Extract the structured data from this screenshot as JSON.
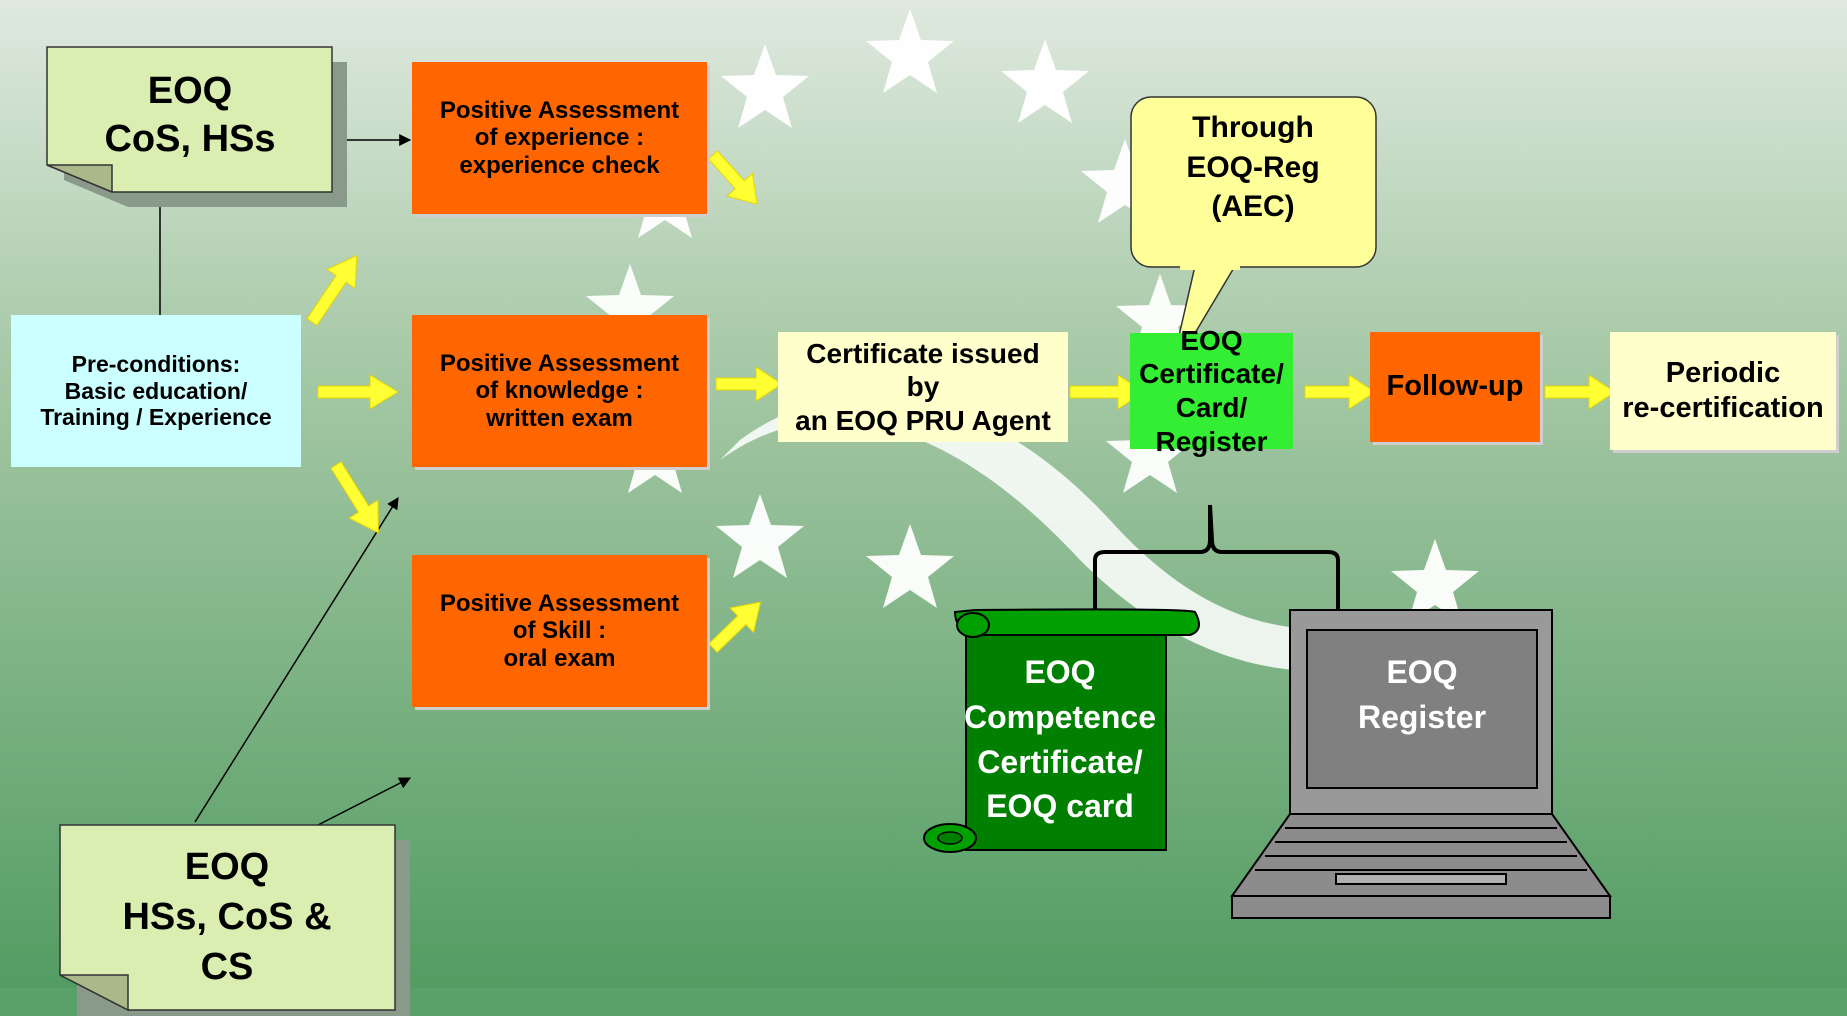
{
  "nodes": {
    "note_top": "EOQ\nCoS, HSs",
    "note_bottom": "EOQ\nHSs, CoS &\nCS",
    "preconditions": "Pre-conditions:\nBasic education/\nTraining / Experience",
    "assess_experience": "Positive Assessment\nof experience :\nexperience check",
    "assess_knowledge": "Positive Assessment\nof knowledge :\nwritten exam",
    "assess_skill": "Positive Assessment\nof Skill :\noral exam",
    "certificate_issued": "Certificate issued\nby\nan EOQ PRU Agent",
    "callout": "Through\nEOQ-Reg\n(AEC)",
    "eoq_certificate": "EOQ\nCertificate/\nCard/\nRegister",
    "follow_up": "Follow-up",
    "periodic": "Periodic\nre-certification",
    "scroll": "EOQ\nCompetence\nCertificate/\nEOQ card",
    "laptop": "EOQ\nRegister"
  },
  "colors": {
    "background_top": "#dfe9df",
    "background_bottom": "#4f9a5f",
    "assessment": "#ff6600",
    "note": "#d9eeb0",
    "preconditions": "#ccffff",
    "cream": "#ffffcc",
    "eoq_certificate": "#33ee33",
    "scroll": "#007f00",
    "yellow_arrow": "#ffff33"
  }
}
